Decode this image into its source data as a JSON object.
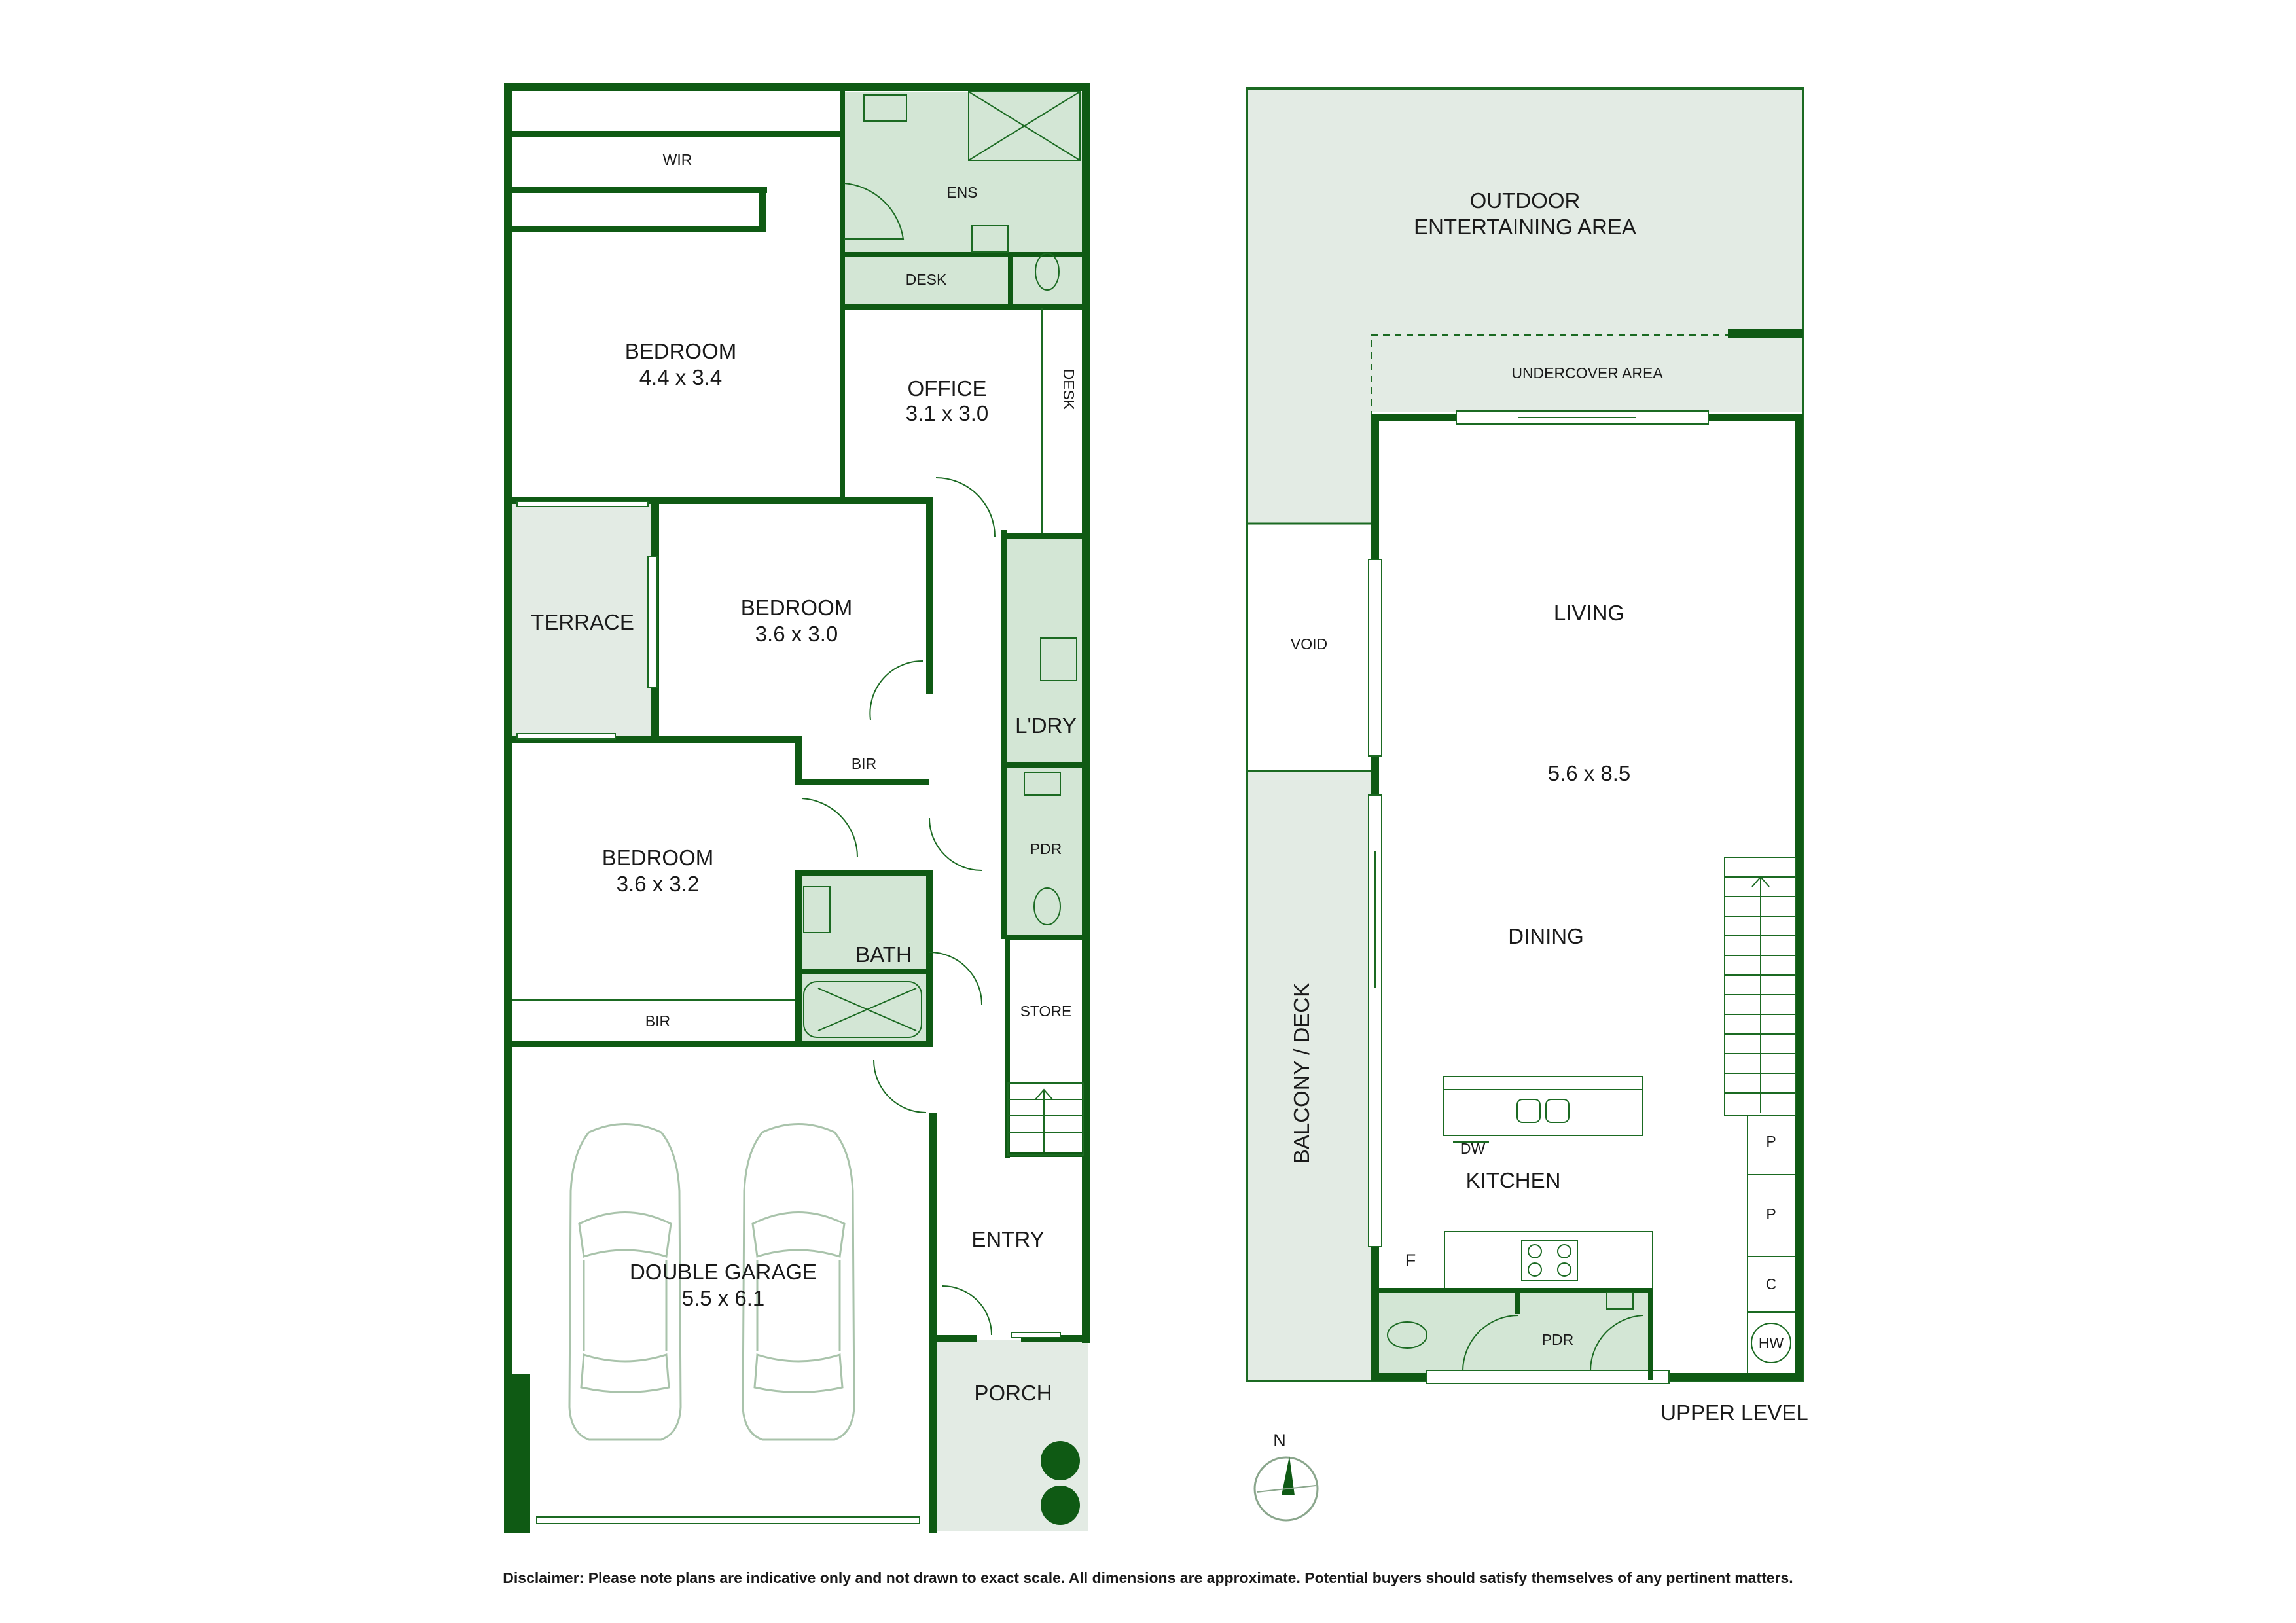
{
  "lower": {
    "wir": "WIR",
    "ens": "ENS",
    "desk_top": "DESK",
    "desk_side": "DESK",
    "office_name": "OFFICE",
    "office_dim": "3.1 x 3.0",
    "bed1_name": "BEDROOM",
    "bed1_dim": "4.4 x 3.4",
    "terrace": "TERRACE",
    "bed2_name": "BEDROOM",
    "bed2_dim": "3.6 x 3.0",
    "bir1": "BIR",
    "ldry": "L'DRY",
    "pdr": "PDR",
    "bed3_name": "BEDROOM",
    "bed3_dim": "3.6 x 3.2",
    "bath": "BATH",
    "bir2": "BIR",
    "store": "STORE",
    "garage_name": "DOUBLE GARAGE",
    "garage_dim": "5.5 x 6.1",
    "entry": "ENTRY",
    "porch": "PORCH"
  },
  "upper": {
    "outdoor_line1": "OUTDOOR",
    "outdoor_line2": "ENTERTAINING AREA",
    "undercover": "UNDERCOVER AREA",
    "void": "VOID",
    "living": "LIVING",
    "living_dim": "5.6 x 8.5",
    "dining": "DINING",
    "balcony": "BALCONY / DECK",
    "dw": "DW",
    "kitchen": "KITCHEN",
    "fridge": "F",
    "pdr": "PDR",
    "pantry1": "P",
    "pantry2": "P",
    "cupboard": "C",
    "hw": "HW",
    "level_label": "UPPER LEVEL"
  },
  "compass_n": "N",
  "disclaimer": "Disclaimer: Please note plans are indicative only and not drawn to exact scale. All dimensions are approximate. Potential buyers should satisfy themselves of any pertinent matters.",
  "colors": {
    "wall": "#0f5a14",
    "wet_area": "#d3e6d5",
    "outdoor": "#e3ebe4"
  }
}
